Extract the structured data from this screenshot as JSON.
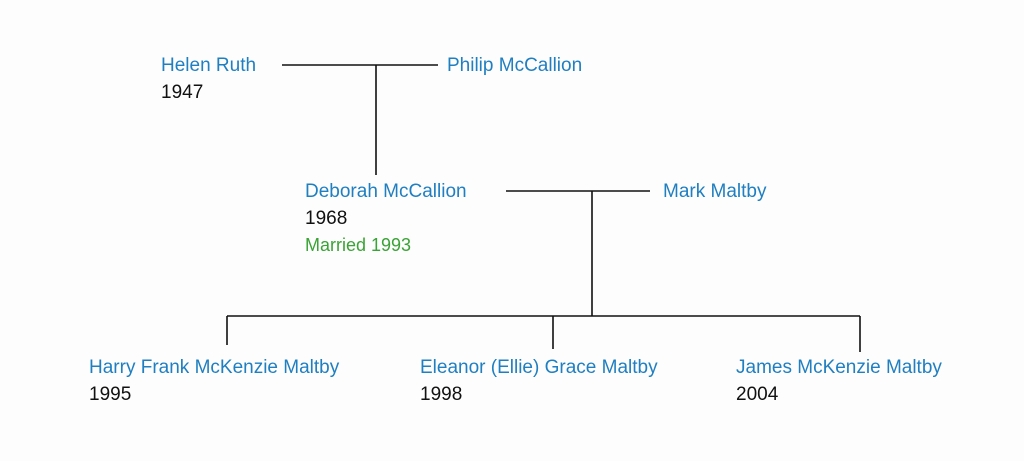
{
  "colors": {
    "name": "#1f7fc1",
    "year": "#111111",
    "married": "#3aa335",
    "line": "#111111",
    "background": "#fdfdfd"
  },
  "generation1": {
    "person": {
      "name": "Helen Ruth",
      "year": "1947"
    },
    "spouse": {
      "name": "Philip McCallion"
    }
  },
  "generation2": {
    "person": {
      "name": "Deborah McCallion",
      "year": "1968",
      "married": "Married 1993"
    },
    "spouse": {
      "name": "Mark Maltby"
    }
  },
  "children": [
    {
      "name": "Harry Frank McKenzie Maltby",
      "year": "1995"
    },
    {
      "name": "Eleanor (Ellie) Grace Maltby",
      "year": "1998"
    },
    {
      "name": "James McKenzie Maltby",
      "year": "2004"
    }
  ]
}
